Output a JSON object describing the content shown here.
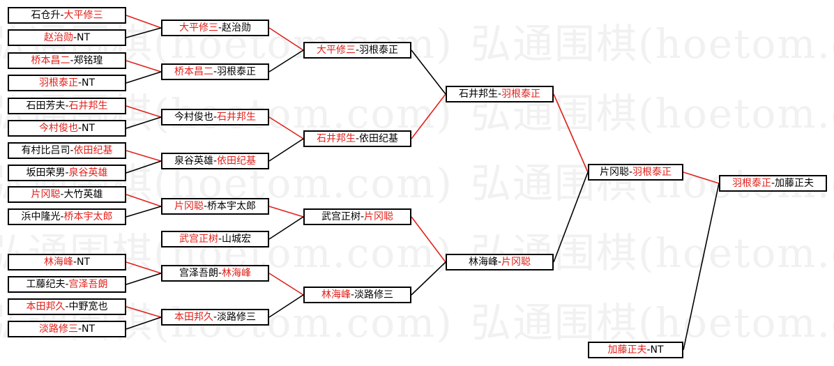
{
  "watermark_text": "弘通围棋(hoetom.com)",
  "colors": {
    "winner": "#e0201a",
    "loser_line": "#000000",
    "box_border": "#000000"
  },
  "rounds": [
    [
      {
        "id": "r1m1",
        "p1": "石仓升",
        "p2": "大平修三",
        "winner": 2
      },
      {
        "id": "r1m2",
        "p1": "赵治勋",
        "p2": "NT",
        "winner": 1
      },
      {
        "id": "r1m3",
        "p1": "桥本昌二",
        "p2": "郑铭瑝",
        "winner": 1
      },
      {
        "id": "r1m4",
        "p1": "羽根泰正",
        "p2": "NT",
        "winner": 1
      },
      {
        "id": "r1m5",
        "p1": "石田芳夫",
        "p2": "石井邦生",
        "winner": 2
      },
      {
        "id": "r1m6",
        "p1": "今村俊也",
        "p2": "NT",
        "winner": 1
      },
      {
        "id": "r1m7",
        "p1": "有村比吕司",
        "p2": "依田纪基",
        "winner": 2
      },
      {
        "id": "r1m8",
        "p1": "坂田荣男",
        "p2": "泉谷英雄",
        "winner": 2
      },
      {
        "id": "r1m9",
        "p1": "片冈聪",
        "p2": "大竹英雄",
        "winner": 1
      },
      {
        "id": "r1m10",
        "p1": "浜中隆光",
        "p2": "桥本宇太郎",
        "winner": 2
      },
      {
        "id": "r1m11",
        "p1": "武宫正树",
        "p2": "山城宏",
        "winner": 1
      },
      {
        "id": "r1m12",
        "p1": "林海峰",
        "p2": "NT",
        "winner": 1
      },
      {
        "id": "r1m13",
        "p1": "工藤纪夫",
        "p2": "宫泽吾朗",
        "winner": 2
      },
      {
        "id": "r1m14",
        "p1": "本田邦久",
        "p2": "中野宽也",
        "winner": 1
      },
      {
        "id": "r1m15",
        "p1": "淡路修三",
        "p2": "NT",
        "winner": 1
      }
    ],
    [
      {
        "id": "r2m1",
        "p1": "大平修三",
        "p2": "赵治勋",
        "winner": 1
      },
      {
        "id": "r2m2",
        "p1": "桥本昌二",
        "p2": "羽根泰正",
        "winner": 1
      },
      {
        "id": "r2m3",
        "p1": "今村俊也",
        "p2": "石井邦生",
        "winner": 2
      },
      {
        "id": "r2m4",
        "p1": "泉谷英雄",
        "p2": "依田纪基",
        "winner": 2
      },
      {
        "id": "r2m5",
        "p1": "片冈聪",
        "p2": "桥本宇太郎",
        "winner": 1
      },
      {
        "id": "r2m6",
        "p1": "宫泽吾朗",
        "p2": "林海峰",
        "winner": 2
      },
      {
        "id": "r2m7",
        "p1": "本田邦久",
        "p2": "淡路修三",
        "winner": 1
      }
    ],
    [
      {
        "id": "r3m1",
        "p1": "大平修三",
        "p2": "羽根泰正",
        "winner": 1
      },
      {
        "id": "r3m2",
        "p1": "石井邦生",
        "p2": "依田纪基",
        "winner": 1
      },
      {
        "id": "r3m3",
        "p1": "武宫正树",
        "p2": "片冈聪",
        "winner": 2
      },
      {
        "id": "r3m4",
        "p1": "林海峰",
        "p2": "淡路修三",
        "winner": 1
      }
    ],
    [
      {
        "id": "r4m1",
        "p1": "石井邦生",
        "p2": "羽根泰正",
        "winner": 2
      },
      {
        "id": "r4m2",
        "p1": "林海峰",
        "p2": "片冈聪",
        "winner": 2
      },
      {
        "id": "r4m3",
        "p1": "加藤正夫",
        "p2": "NT",
        "winner": 1
      }
    ],
    [
      {
        "id": "r5m1",
        "p1": "片冈聪",
        "p2": "羽根泰正",
        "winner": 2
      }
    ],
    [
      {
        "id": "r6m1",
        "p1": "羽根泰正",
        "p2": "加藤正夫",
        "winner": 1
      }
    ]
  ]
}
